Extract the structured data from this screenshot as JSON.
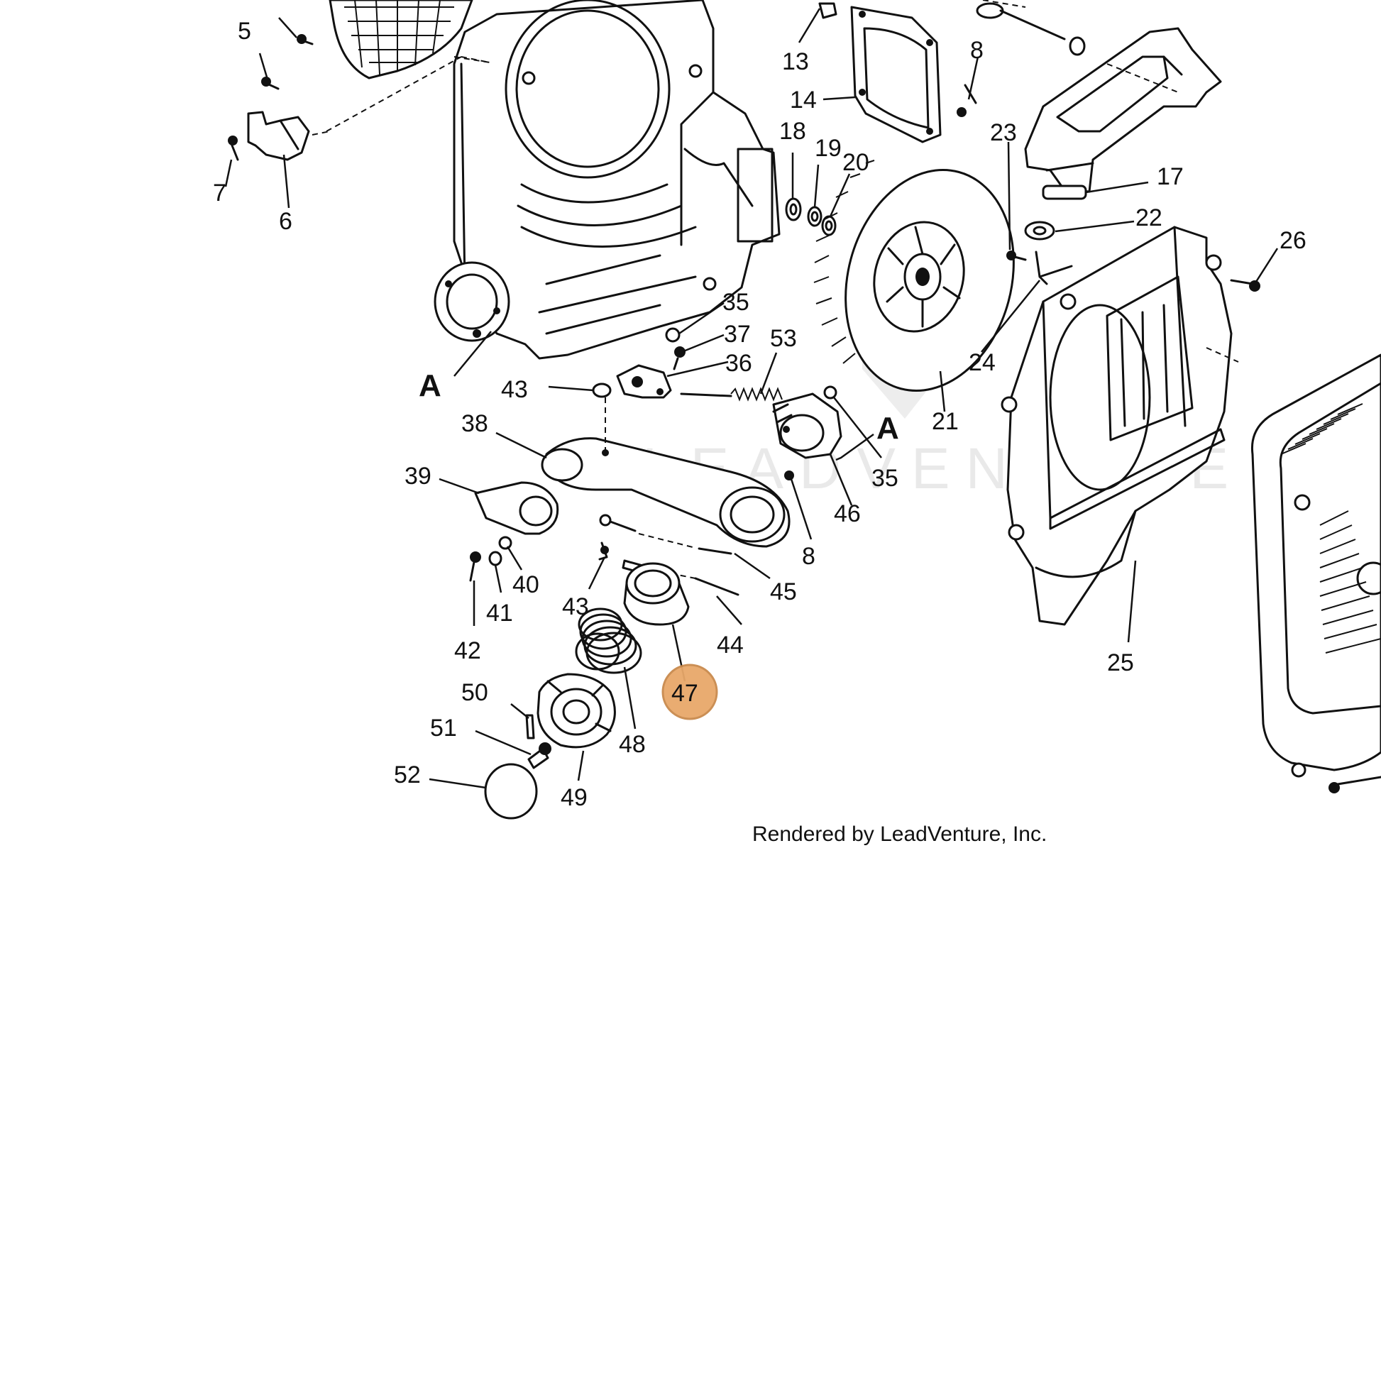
{
  "diagram": {
    "callouts": [
      "5",
      "7",
      "6",
      "13",
      "14",
      "8",
      "18",
      "19",
      "20",
      "23",
      "17",
      "22",
      "26",
      "21",
      "24",
      "35",
      "37",
      "36",
      "53",
      "43",
      "38",
      "39",
      "A",
      "A",
      "35",
      "46",
      "8",
      "40",
      "41",
      "42",
      "43",
      "45",
      "44",
      "47",
      "50",
      "51",
      "48",
      "49",
      "52",
      "25"
    ],
    "highlighted_callout": "47",
    "highlight_color": "#e8a86a",
    "highlight_border": "#c98a4c",
    "watermark": "LEADVENTURE",
    "credit": "Rendered by LeadVenture, Inc."
  }
}
